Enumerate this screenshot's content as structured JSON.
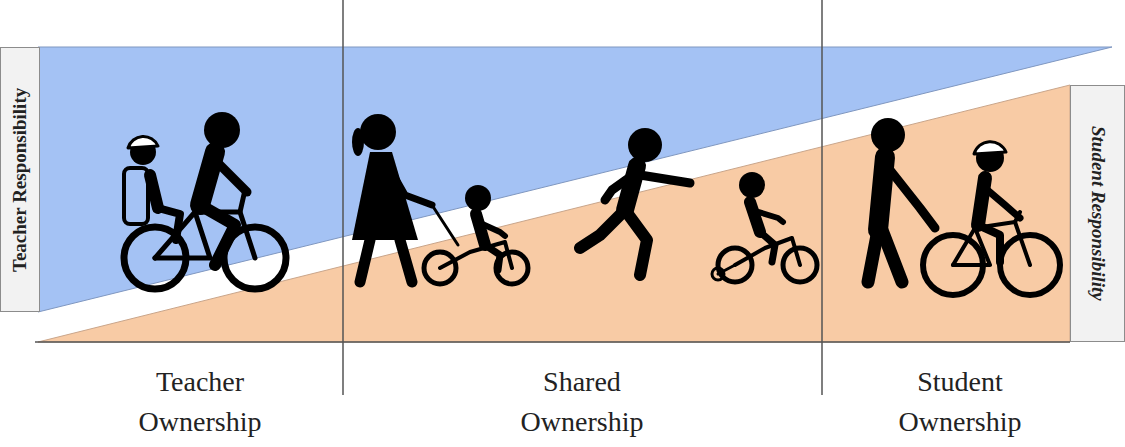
{
  "diagram": {
    "nodes": [
      {
        "text": [
          "Teacher Responsibility"
        ]
      },
      {
        "text": [
          "Student Responsibility"
        ]
      }
    ],
    "labels": [
      "Teacher Ownership",
      "Shared Ownership",
      "Student Ownership"
    ]
  }
}
